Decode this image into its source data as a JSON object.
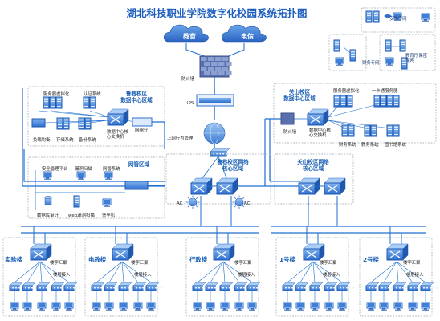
{
  "title": "湖北科技职业学院数字化校园系统拓扑图",
  "clouds": {
    "edu": "教育",
    "telecom": "电信"
  },
  "core_labels": {
    "firewall": "防火墙",
    "ips": "IPS",
    "behavior": "上网行为管理",
    "ac_left": "AC",
    "ac_right": "AC"
  },
  "zones": {
    "luxiang_dc": "鲁巷校区\n数据中心区域",
    "guanshan_dc": "关山校区\n数据中心区域",
    "luxiang_core": "鲁巷校区网络\n核心区域",
    "guanshan_core": "关山校区网络\n核心区域",
    "mgmt": "网管区域"
  },
  "left_dc_labels": {
    "server_virt": "服务器虚拟化",
    "auth": "认证系统",
    "lb": "负载均衡",
    "storage": "存储系统",
    "backup": "备份系统",
    "dc_switch": "数据中心核\n心交换机",
    "gatekeeper": "网闸分"
  },
  "right_dc_labels": {
    "server_virt": "服务器虚拟化",
    "card_server": "一卡通服务器",
    "firewall": "防火墙",
    "dc_switch": "数据中心核\n心交换机",
    "finance": "财务系统",
    "academic": "教务系统",
    "library": "图书馆系统"
  },
  "mgmt_labels": {
    "sec_platform": "安全管理平台",
    "vuln_scan": "漏洞扫描",
    "net_mgmt": "网管系统",
    "db_audit": "数据库审计",
    "web_scan": "web漏洞扫描",
    "bastion": "堡垒机"
  },
  "private_nets": {
    "security": "安防专网",
    "finance": "财务专网",
    "edu_protect": "教育厅保密\n专网"
  },
  "buildings": [
    {
      "name": "实验楼",
      "agg": "楼宇汇聚",
      "access": "楼层接入"
    },
    {
      "name": "电教楼",
      "agg": "楼宇汇聚",
      "access": "楼层接入"
    },
    {
      "name": "行政楼",
      "agg": "楼宇汇聚",
      "access": "楼层接入"
    },
    {
      "name": "1号楼",
      "agg": "楼宇汇聚",
      "access": "楼层接入"
    },
    {
      "name": "2号楼",
      "agg": "楼宇汇聚",
      "access": "楼层接入"
    }
  ],
  "colors": {
    "title": "#1f5fbf",
    "zone_title": "#1a5fb4",
    "line": "#1e6fd0",
    "device": "#3a7fd8",
    "cloud": "#2f6fcf",
    "firewall": "#5a6fb0"
  }
}
